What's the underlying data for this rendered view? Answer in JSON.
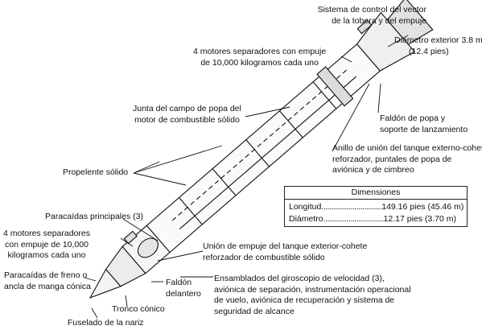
{
  "labels": {
    "tvc": [
      "Sistema de control del vector",
      "de la tobera y del empuje"
    ],
    "diametro_exterior": [
      "Diámetro exterior 3.8  m",
      "(12.4 pies)"
    ],
    "motores_sep_top": [
      "4 motores separadores con empuje",
      "de 10,000 kilogramos cada uno"
    ],
    "faldon_popa": [
      "Faldón de popa y",
      "soporte de lanzamiento"
    ],
    "junta_campo": [
      "Junta del campo de popa del",
      "motor de combustible sólido"
    ],
    "anillo_union": [
      "Anillo de unión del tanque externo-cohete",
      "reforzador, puntales de popa de",
      "aviónica y de cimbreo"
    ],
    "propelente": "Propelente sólido",
    "paracaidas_principales": "Paracaídas principales (3)",
    "motores_sep_bottom": [
      "4 motores separadores",
      "con empuje de 10,000",
      "kilogramos cada uno"
    ],
    "union_empuje": [
      "Unión de empuje del tanque exterior-cohete",
      "reforzador de combustible sólido"
    ],
    "paracaidas_freno": [
      "Paracaídas de freno o",
      "ancla de manga cónica"
    ],
    "faldon_delantero": [
      "Faldón",
      "delantero"
    ],
    "ensamblados": [
      "Ensamblados del giroscopio de velocidad (3),",
      "aviónica de separación, instrumentación operacional",
      "de vuelo, aviónica de recuperación y sistema de",
      "seguridad de alcance"
    ],
    "tronco_conico": "Tronco cónico",
    "fuselado_nariz": "Fuselado de la nariz"
  },
  "dimensions": {
    "title": "Dimensiones",
    "rows": [
      {
        "name": "Longitud",
        "dots": "...............................",
        "value": "149.16 pies (45.46 m)"
      },
      {
        "name": "Diámetro",
        "dots": "...............................",
        "value": "12.17 pies (3.70 m)"
      }
    ]
  }
}
